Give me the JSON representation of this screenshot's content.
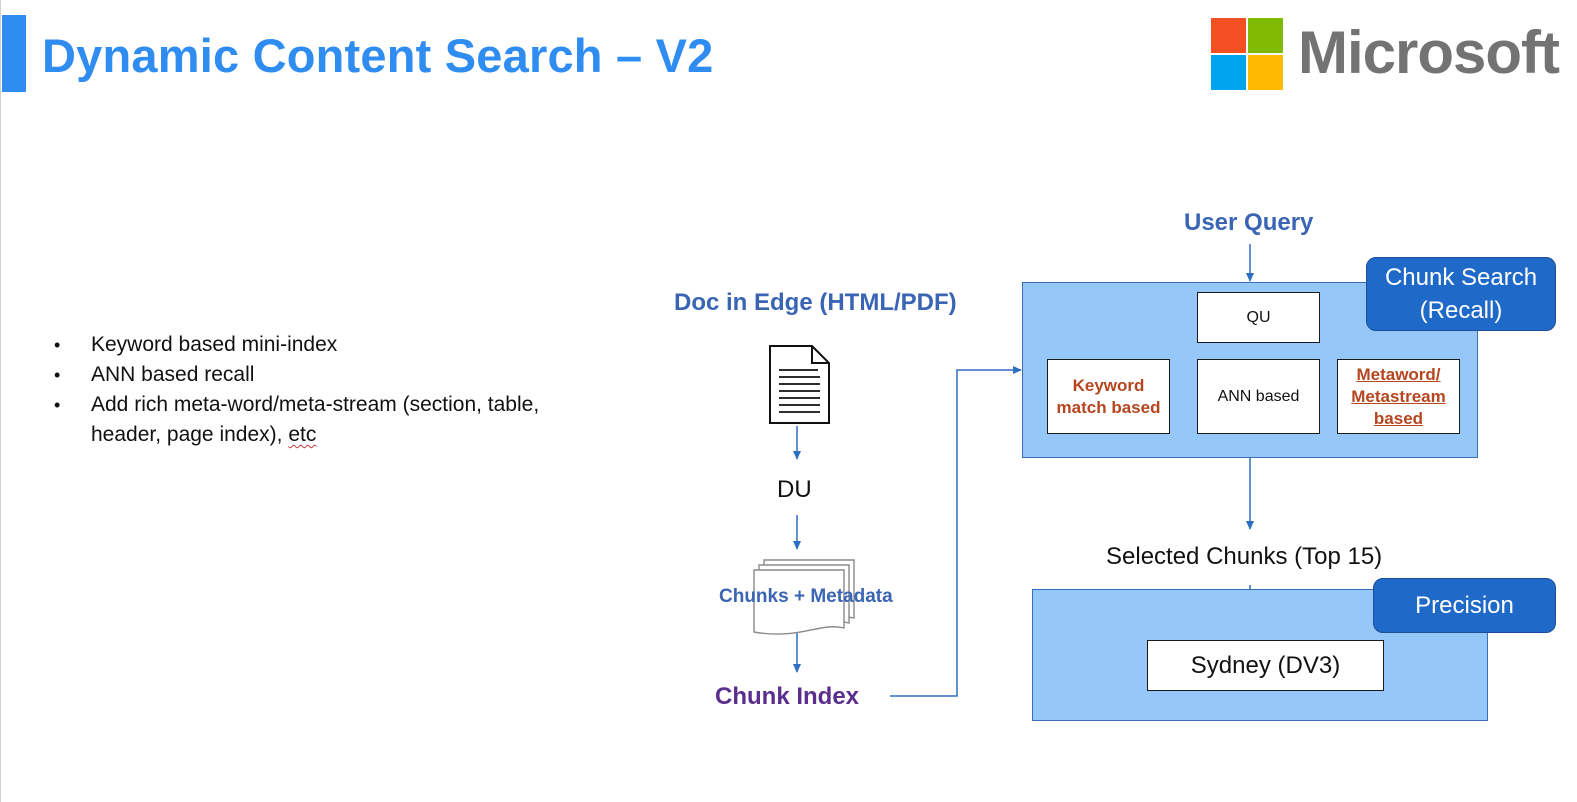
{
  "slide": {
    "title": "Dynamic Content Search – V2",
    "brand": "Microsoft",
    "brand_colors": [
      "#f25022",
      "#7fba00",
      "#00a4ef",
      "#ffb900"
    ],
    "accent": "#2f8cf0"
  },
  "bullets": [
    "Keyword based mini-index",
    "ANN based recall",
    "Add rich meta-word/meta-stream (section, table, header, page index), etc"
  ],
  "bullet_last_part1": "Add rich meta-word/meta-stream (section, table, header, page index), ",
  "bullet_last_part2": "etc",
  "diagram": {
    "doc_label": "Doc in Edge (HTML/PDF)",
    "du_label": "DU",
    "chunks_label": "Chunks + Metadata",
    "chunk_index_label": "Chunk Index",
    "user_query_label": "User Query",
    "qu_label": "QU",
    "keyword_label": "Keyword match based",
    "ann_label": "ANN based",
    "metaword_label": "Metaword/ Metastream based",
    "recall_tag": "Chunk Search (Recall)",
    "selected_label": "Selected Chunks (Top 15)",
    "precision_tag": "Precision",
    "sydney_label": "Sydney (DV3)"
  }
}
